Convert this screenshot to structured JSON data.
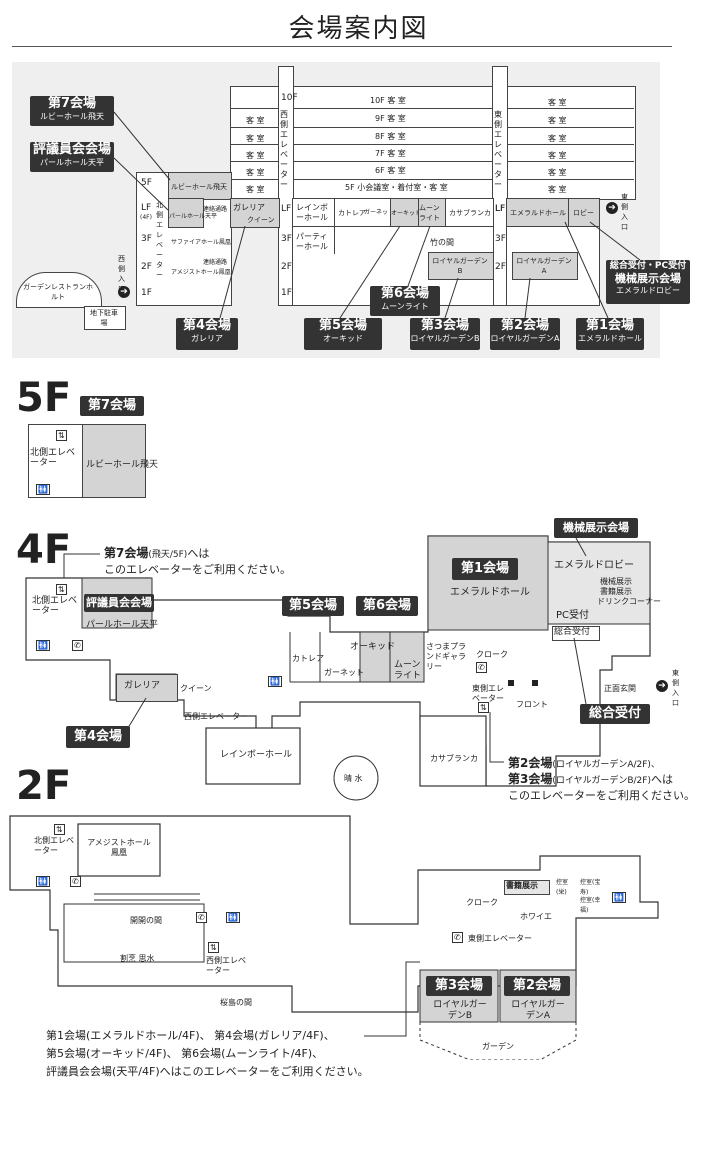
{
  "title": "会場案内図",
  "overview": {
    "floors": [
      "10F",
      "LF",
      "5F",
      "LF",
      "3F",
      "2F",
      "1F",
      "LF",
      "3F",
      "2F",
      "1F",
      "LF",
      "3F",
      "2F"
    ],
    "f10": "10F 客 室",
    "f9": "9F 客 室",
    "f8": "8F 客 室",
    "f7": "7F 客 室",
    "f6": "6F 客 室",
    "f5": "5F 小会議室・着付室・客 室",
    "guestroom": "客 室",
    "west_elev": "西側エレベーター",
    "north_elev": "北側エレベーター",
    "east_elev": "東側エレベーター",
    "lf4": "(4F)",
    "ruby": "ルビーホール飛天",
    "pearl": "パールホール天平",
    "passage1": "連絡通路",
    "galleria": "ガレリア",
    "queen": "クイーン",
    "sapphire": "サファイアホール鳳凰",
    "passage2": "連絡通路",
    "amethyst": "アメジストホール鳳凰",
    "rainbow": "レインボーホール",
    "party": "パーティーホール",
    "cattleya": "カトレア",
    "garnet": "ガーネット",
    "orchid": "オーキッド",
    "moonlight": "ムーンライト",
    "casablanca": "カサブランカ",
    "emerald": "エメラルドホール",
    "lobby": "ロビー",
    "takenoma": "竹の間",
    "royal_b": "ロイヤルガーデンB",
    "royal_a": "ロイヤルガーデンA",
    "west_entrance": "西側入口",
    "east_entrance": "東側入口",
    "garden_restaurant": "ガーデンレストランホルト",
    "basement_parking": "地下駐車場",
    "lf_label": "LF"
  },
  "venues": {
    "v7": {
      "name": "第7会場",
      "sub": "ルビーホール飛天"
    },
    "council": {
      "name": "評議員会会場",
      "sub": "パールホール天平"
    },
    "v6": {
      "name": "第6会場",
      "sub": "ムーンライト"
    },
    "v5": {
      "name": "第5会場",
      "sub": "オーキッド"
    },
    "v4": {
      "name": "第4会場",
      "sub": "ガレリア"
    },
    "v3": {
      "name": "第3会場",
      "sub": "ロイヤルガーデンB"
    },
    "v2": {
      "name": "第2会場",
      "sub": "ロイヤルガーデンA"
    },
    "v1": {
      "name": "第1会場",
      "sub": "エメラルドホール"
    },
    "reception": {
      "name": "総合受付・PC受付",
      "name2": "機械展示会場",
      "sub": "エメラルドロビー"
    }
  },
  "floor5": {
    "label": "5F",
    "tag": "第7会場",
    "north_elev": "北側エレベーター",
    "ruby": "ルビーホール飛天"
  },
  "floor4": {
    "label": "4F",
    "note1": "第7会場",
    "note1b": "(飛天/5F)",
    "note1c": "へは",
    "note2": "このエレベーターをご利用ください。",
    "council_tag": "評議員会会場",
    "pearl": "パールホール天平",
    "north_elev": "北側エレベーター",
    "v1_tag": "第1会場",
    "emerald": "エメラルドホール",
    "machine_tag": "機械展示会場",
    "emerald_lobby": "エメラルドロビー",
    "machine_exhibit": "機械展示",
    "book_exhibit": "書籍展示",
    "drink": "ドリンクコーナー",
    "pc": "PC受付",
    "general": "総合受付",
    "general_tag": "総合受付",
    "v5_tag": "第5会場",
    "v6_tag": "第6会場",
    "cattleya": "カトレア",
    "orchid": "オーキッド",
    "garnet": "ガーネット",
    "moonlight": "ムーンライト",
    "satsuma": "さつまプランドギャラリー",
    "cloak": "クローク",
    "galleria": "ガレリア",
    "queen": "クイーン",
    "west_elev": "西側エレベーター",
    "v4_tag": "第4会場",
    "rainbow": "レインボーホール",
    "seisui": "晴 水",
    "casablanca": "カサブランカ",
    "east_elev": "東側エレベーター",
    "front": "フロント",
    "main_entrance": "正面玄関",
    "east_entrance": "東側入口",
    "note3a": "第2会場",
    "note3a2": "(ロイヤルガーデンA/2F)、",
    "note3b": "第3会場",
    "note3b2": "(ロイヤルガーデンB/2F)",
    "note3b3": "へは",
    "note3c": "このエレベーターをご利用ください。"
  },
  "floor2": {
    "label": "2F",
    "north_elev": "北側エレベーター",
    "amethyst": "アメジストホール鳳凰",
    "kaikan": "開開の間",
    "kappo": "割烹 思水",
    "west_elev": "西側エレベーター",
    "sakura": "桜島の間",
    "books_tag": "書籍展示",
    "cloak": "クローク",
    "foyer": "ホワイエ",
    "waiting1": "控室(栄)",
    "waiting2": "控室(宝寿)",
    "waiting3": "控室(幸福)",
    "east_elev": "東側エレベーター",
    "v3_tag": "第3会場",
    "v2_tag": "第2会場",
    "royal_b": "ロイヤルガーデンB",
    "royal_a": "ロイヤルガーデンA",
    "garden": "ガーデン",
    "bottom_note1": "第1会場(エメラルドホール/4F)、 第4会場(ガレリア/4F)、",
    "bottom_note2": "第5会場(オーキッド/4F)、 第6会場(ムーンライト/4F)、",
    "bottom_note3": "評議員会会場(天平/4F)へはこのエレベーターをご利用ください。"
  }
}
